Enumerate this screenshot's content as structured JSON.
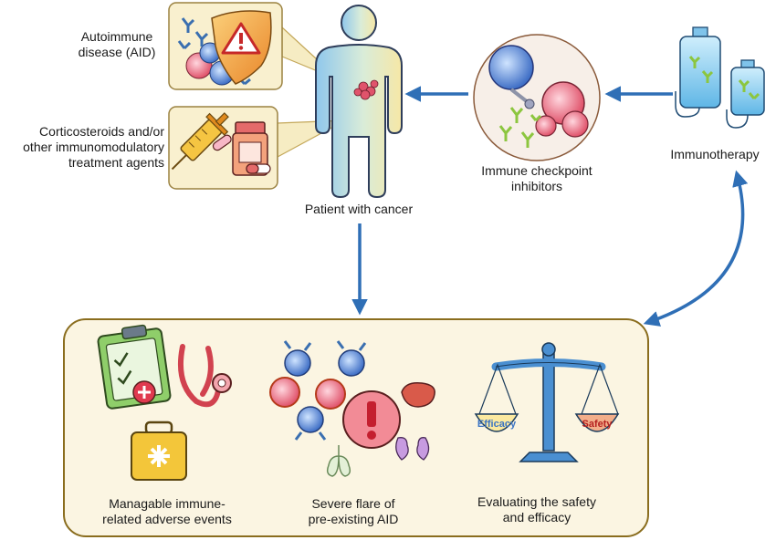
{
  "labels": {
    "aid": "Autoimmune\ndisease (AID)",
    "corticosteroids": "Corticosteroids and/or\nother immunomodulatory\ntreatment agents",
    "patient": "Patient with cancer",
    "checkpoint": "Immune checkpoint\ninhibitors",
    "immunotherapy": "Immunotherapy",
    "manageable": "Managable immune-\nrelated adverse events",
    "flare": "Severe flare of\npre-existing AID",
    "evaluating": "Evaluating the safety\nand efficacy"
  },
  "scale": {
    "left_pan": "Efficacy",
    "right_pan": "Safety"
  },
  "colors": {
    "arrow": "#2f6fb6",
    "box_border": "#8a6d1e",
    "box_fill": "#fbf5e2",
    "efficacy_text": "#3b74c4",
    "safety_text": "#b51f1f"
  }
}
